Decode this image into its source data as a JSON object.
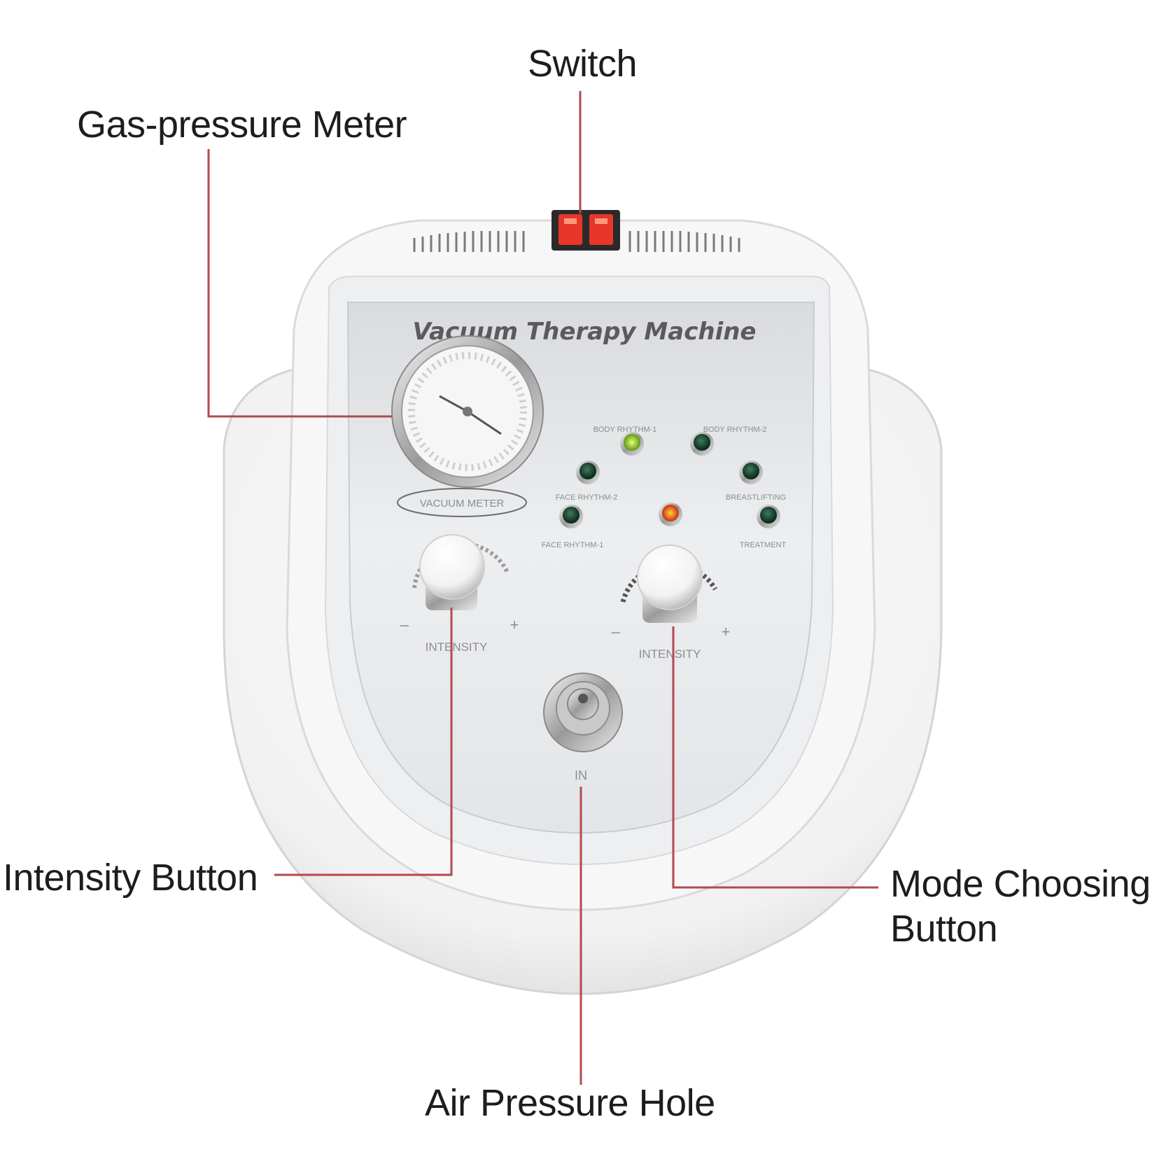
{
  "callouts": {
    "switch": "Switch",
    "gas_meter": "Gas-pressure Meter",
    "intensity_button": "Intensity Button",
    "mode_button_line1": "Mode Choosing",
    "mode_button_line2": "Button",
    "air_hole": "Air Pressure Hole"
  },
  "panel": {
    "title": "Vacuum Therapy Machine",
    "vacuum_meter": "VACUUM METER",
    "modes": {
      "body_rhythm_1": "BODY RHYTHM-1",
      "body_rhythm_2": "BODY RHYTHM-2",
      "face_rhythm_2": "FACE RHYTHM-2",
      "breast_lifting": "BREASTLIFTING",
      "face_rhythm_1": "FACE RHYTHM-1",
      "treatment": "TREATMENT"
    },
    "left_knob": {
      "label": "INTENSITY",
      "minus": "–",
      "plus": "+"
    },
    "right_knob": {
      "label": "INTENSITY",
      "minus": "–",
      "plus": "+"
    },
    "port_label": "IN"
  },
  "colors": {
    "leader_line": "#b24a4e",
    "switch_light": "#e8362a",
    "led_on_green": "#9ccf2a",
    "led_on_red": "#f05a1e",
    "led_off": "#0f3b2a"
  }
}
